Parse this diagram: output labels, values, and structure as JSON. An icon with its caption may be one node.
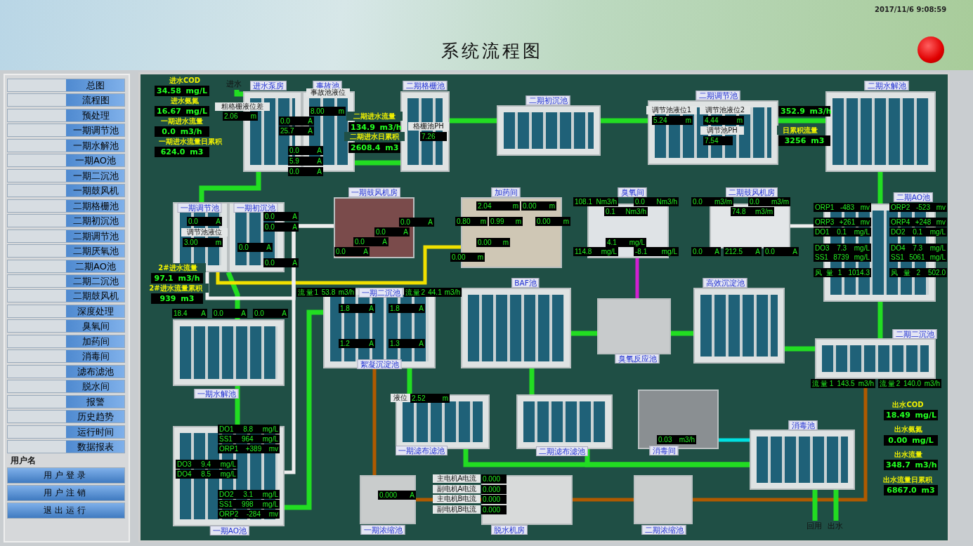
{
  "diagram": {
    "title": "系统流程图",
    "nodes": [
      {
        "text": [
          "进水泵房"
        ]
      },
      {
        "text": [
          "事故池"
        ]
      },
      {
        "text": [
          "二期格栅池"
        ]
      },
      {
        "text": [
          "二期初沉池"
        ]
      },
      {
        "text": [
          "二期调节池"
        ]
      },
      {
        "text": [
          "二期水解池"
        ]
      },
      {
        "text": [
          "一期调节池"
        ]
      },
      {
        "text": [
          "一期初沉池"
        ]
      },
      {
        "text": [
          "一期鼓风机房"
        ]
      },
      {
        "text": [
          "加药间"
        ]
      },
      {
        "text": [
          "臭氧间"
        ]
      },
      {
        "text": [
          "二期鼓风机房"
        ]
      },
      {
        "text": [
          "二期AO池"
        ]
      },
      {
        "text": [
          "一期水解池"
        ]
      },
      {
        "text": [
          "一期二沉池",
          "絮凝沉淀池"
        ]
      },
      {
        "text": [
          "BAF池"
        ]
      },
      {
        "text": [
          "臭氧反应池"
        ]
      },
      {
        "text": [
          "高效沉淀池"
        ]
      },
      {
        "text": [
          "二期二沉池"
        ]
      },
      {
        "text": [
          "一期AO池"
        ]
      },
      {
        "text": [
          "一期滤布滤池"
        ]
      },
      {
        "text": [
          "二期滤布滤池"
        ]
      },
      {
        "text": [
          "消毒间"
        ]
      },
      {
        "text": [
          "消毒池"
        ]
      },
      {
        "text": [
          "一期浓缩池"
        ]
      },
      {
        "text": [
          "脱水机房"
        ]
      },
      {
        "text": [
          "二期浓缩池"
        ]
      },
      {
        "text": [
          "进水"
        ]
      },
      {
        "text": [
          "回用"
        ]
      },
      {
        "text": [
          "出水"
        ]
      }
    ],
    "edges": [
      {
        "from": 27,
        "to": 0,
        "arrow": "none"
      },
      {
        "from": 1,
        "to": 2,
        "arrow": "none"
      },
      {
        "from": 0,
        "to": 6,
        "arrow": "none"
      },
      {
        "from": 2,
        "to": 3,
        "arrow": "none"
      },
      {
        "from": 3,
        "to": 4,
        "arrow": "none"
      },
      {
        "from": 4,
        "to": 5,
        "arrow": "none"
      },
      {
        "from": 5,
        "to": 12,
        "arrow": "none"
      },
      {
        "from": 12,
        "to": 18,
        "arrow": "none"
      },
      {
        "from": 18,
        "to": 17,
        "arrow": "none"
      },
      {
        "from": 17,
        "to": 16,
        "arrow": "none"
      },
      {
        "from": 16,
        "to": 15,
        "arrow": "none"
      },
      {
        "from": 15,
        "to": 21,
        "arrow": "none"
      },
      {
        "from": 21,
        "to": 23,
        "arrow": "none"
      },
      {
        "from": 20,
        "to": 23,
        "arrow": "none"
      },
      {
        "from": 14,
        "to": 20,
        "arrow": "none"
      },
      {
        "from": 6,
        "to": 13,
        "arrow": "none"
      },
      {
        "from": 13,
        "to": 19,
        "arrow": "none"
      },
      {
        "from": 19,
        "to": 14,
        "arrow": "none"
      },
      {
        "from": 22,
        "to": 23,
        "arrow": "none",
        "color": "#00e0e0"
      },
      {
        "from": 10,
        "to": 16,
        "arrow": "none",
        "color": "#d020d0"
      },
      {
        "from": 9,
        "to": 6,
        "arrow": "none",
        "color": "#f0e000"
      },
      {
        "from": 8,
        "to": 19,
        "arrow": "none",
        "color": "#eeeeee"
      },
      {
        "from": 8,
        "to": 6,
        "arrow": "none",
        "color": "#eeeeee"
      },
      {
        "from": 11,
        "to": 12,
        "arrow": "none",
        "color": "#eeeeee"
      },
      {
        "from": 14,
        "to": 24,
        "arrow": "none",
        "color": "#b05a00"
      },
      {
        "from": 24,
        "to": 25,
        "arrow": "none",
        "color": "#b05a00"
      },
      {
        "from": 25,
        "to": 26,
        "arrow": "none",
        "color": "#b05a00"
      },
      {
        "from": 18,
        "to": 26,
        "arrow": "none",
        "color": "#b05a00"
      },
      {
        "from": 23,
        "to": 28,
        "arrow": "none"
      },
      {
        "from": 23,
        "to": 29,
        "arrow": "none"
      }
    ],
    "labels": [
      "总图",
      "流程图",
      "预处理",
      "一期调节池",
      "一期水解池",
      "一期AO池",
      "一期二沉池",
      "一期鼓风机",
      "二期格栅池",
      "二期初沉池",
      "二期调节池",
      "二期厌氧池",
      "二期AO池",
      "二期二沉池",
      "二期鼓风机",
      "深度处理",
      "臭氧间",
      "加药间",
      "消毒间",
      "滤布滤池",
      "脱水间",
      "报警",
      "历史趋势",
      "运行时间",
      "数据报表",
      "用户名",
      "用户登录",
      "用户注销",
      "退出运行",
      "2017/11/6 9:08:59",
      "进水COD",
      "34.58 mg/L",
      "进水氨氮",
      "16.67 mg/L",
      "一期进水流量",
      "0.0 m3/h",
      "一期进水流量日累积",
      "624.0 m3",
      "粗格栅液位差",
      "2.06 m",
      "事故池液位",
      "8.00 m",
      "0.0 A",
      "25.7 A",
      "0.0 A",
      "5.9 A",
      "0.0 A",
      "二期进水流量",
      "134.9 m3/h",
      "二期进水日累积",
      "2608.4 m3",
      "格栅池PH",
      "7.26",
      "调节池液位1",
      "5.24 m",
      "调节池液位2",
      "4.44 m",
      "调节池PH",
      "7.54",
      "352.9 m3/h",
      "日累积流量",
      "3256 m3",
      "0.0 A",
      "调节池液位",
      "3.00 m",
      "0.0 A",
      "0.0 A",
      "0.0 A",
      "0.0 A",
      "2#进水流量",
      "97.1 m3/h",
      "2#进水流量累积",
      "939 m3",
      "0.0 A",
      "0.0 A",
      "0.0 A",
      "0.0 A",
      "2.04 m",
      "0.00 m",
      "0.80 m",
      "0.99 m",
      "0.00 m",
      "0.00 m",
      "0.00 m",
      "108.1 Nm3/h",
      "0.0 Nm3/h",
      "0.1 Nm3/h",
      "4.1 mg/L",
      "114.8 mg/L",
      "-8.1 mg/L",
      "0.0 m3/m",
      "0.0 m3/m",
      "74.8 m3/m",
      "0.0 A",
      "212.5 A",
      "0.0 A",
      "ORP1 -483 mv",
      "ORP2 -523 mv",
      "ORP3 +261 mv",
      "ORP4 +248 mv",
      "DO1 0.1 mg/L",
      "DO2 0.1 mg/L",
      "DO3 7.3 mg/L",
      "DO4 7.3 mg/L",
      "SS1 8739 mg/L",
      "SS1 5061 mg/L",
      "风量1 1014.3",
      "风量2 502.0",
      "流量1 53.8 m3/h",
      "流量2 44.1 m3/h",
      "1.8 A",
      "1.8 A",
      "1.2 A",
      "1.3 A",
      "18.4 A",
      "0.0 A",
      "0.0 A",
      "DO1 8.8 mg/L",
      "SS1 964 mg/L",
      "ORP1 +389 mv",
      "DO3 9.4 mg/L",
      "DO4 8.5 mg/L",
      "DO2 3.1 mg/L",
      "SS1 998 mg/L",
      "ORP2 -284 mv",
      "液位",
      "2.52 m",
      "流量1 143.5 m3/h",
      "流量2 140.0 m3/h",
      "0.03 m3/h",
      "0.000 A",
      "主电机A电流",
      "0.000",
      "副电机A电流",
      "0.000",
      "主电机B电流",
      "0.000",
      "副电机B电流",
      "0.000",
      "出水COD",
      "18.49 mg/L",
      "出水氨氮",
      "0.00 mg/L",
      "出水流量",
      "348.7 m3/h",
      "出水流量日累积",
      "6867.0 m3"
    ]
  }
}
